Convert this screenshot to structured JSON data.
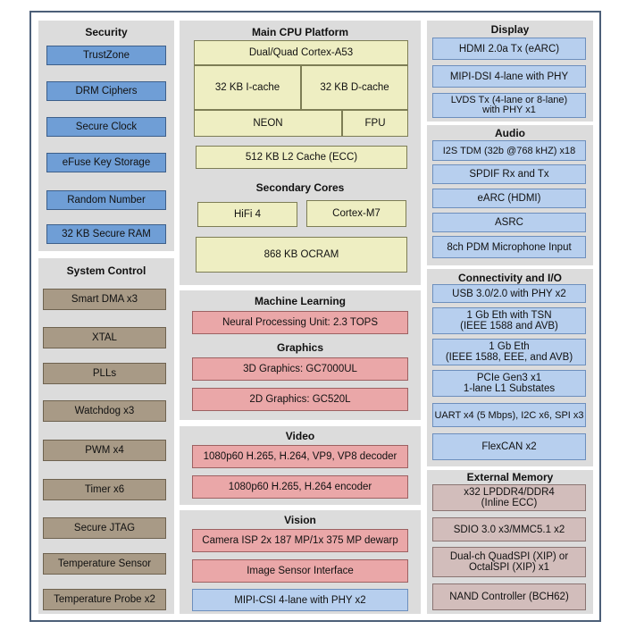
{
  "colors": {
    "frame": "#4c5f78",
    "panel": "#dcdcdc",
    "blue": "#6f9ed6",
    "light_blue": "#b7cfee",
    "brown": "#a89a86",
    "yellow": "#eeeec2",
    "pink": "#eaa7a8",
    "mauve": "#d2bdbb"
  },
  "security": {
    "title": "Security",
    "items": [
      "TrustZone",
      "DRM Ciphers",
      "Secure Clock",
      "eFuse Key Storage",
      "Random Number",
      "32 KB Secure RAM"
    ]
  },
  "system_control": {
    "title": "System Control",
    "items": [
      "Smart DMA x3",
      "XTAL",
      "PLLs",
      "Watchdog x3",
      "PWM x4",
      "Timer x6",
      "Secure JTAG",
      "Temperature Sensor",
      "Temperature Probe x2"
    ]
  },
  "cpu": {
    "title": "Main CPU Platform",
    "core": "Dual/Quad Cortex-A53",
    "icache": "32 KB I-cache",
    "dcache": "32 KB D-cache",
    "neon": "NEON",
    "fpu": "FPU",
    "l2": "512 KB L2 Cache (ECC)",
    "secondary_title": "Secondary Cores",
    "hifi": "HiFi 4",
    "m7": "Cortex-M7",
    "ocram": "868 KB OCRAM"
  },
  "ml": {
    "title": "Machine Learning",
    "npu": "Neural Processing Unit: 2.3 TOPS",
    "graphics_title": "Graphics",
    "gpu3d": "3D Graphics: GC7000UL",
    "gpu2d": "2D Graphics: GC520L"
  },
  "video": {
    "title": "Video",
    "decoder": "1080p60 H.265, H.264, VP9, VP8 decoder",
    "encoder": "1080p60 H.265, H.264 encoder"
  },
  "vision": {
    "title": "Vision",
    "isp": "Camera ISP 2x 187 MP/1x 375 MP dewarp",
    "sensor": "Image Sensor Interface",
    "csi": "MIPI-CSI 4-lane with PHY x2"
  },
  "display": {
    "title": "Display",
    "items": [
      "HDMI 2.0a Tx (eARC)",
      "MIPI-DSI 4-lane with PHY",
      "LVDS Tx (4-lane or 8-lane)\nwith PHY x1"
    ]
  },
  "audio": {
    "title": "Audio",
    "items": [
      "I2S TDM (32b @768 kHZ) x18",
      "SPDIF Rx and Tx",
      "eARC (HDMI)",
      "ASRC",
      "8ch PDM Microphone Input"
    ]
  },
  "connectivity": {
    "title": "Connectivity and I/O",
    "items": [
      "USB 3.0/2.0 with PHY x2",
      "1 Gb Eth with TSN\n(IEEE 1588 and AVB)",
      "1 Gb Eth\n(IEEE 1588, EEE, and AVB)",
      "PCIe Gen3 x1\n1-lane L1 Substates",
      "UART x4 (5 Mbps), I2C x6, SPI x3",
      "FlexCAN x2"
    ]
  },
  "memory": {
    "title": "External Memory",
    "items": [
      "x32 LPDDR4/DDR4\n(Inline ECC)",
      "SDIO 3.0 x3/MMC5.1 x2",
      "Dual-ch QuadSPI (XIP) or\nOctalSPI (XIP) x1",
      "NAND Controller (BCH62)"
    ]
  }
}
